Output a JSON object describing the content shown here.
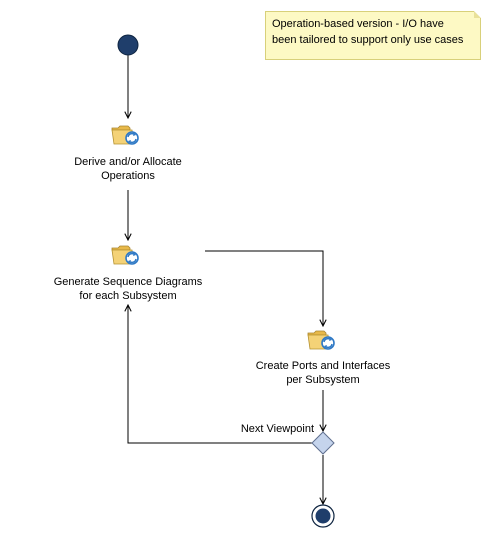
{
  "note": {
    "line1": "Operation-based version - I/O have",
    "line2": "been tailored to support only use cases"
  },
  "actions": [
    {
      "line1": "Derive and/or Allocate",
      "line2": "Operations"
    },
    {
      "line1": "Generate Sequence Diagrams",
      "line2": "for each Subsystem"
    },
    {
      "line1": "Create Ports and Interfaces",
      "line2": "per Subsystem"
    }
  ],
  "decision": {
    "guard_label": "Next Viewpoint"
  },
  "icons": {
    "action": "call-behavior-action-icon"
  },
  "colors": {
    "node_fill": "#1f3e6b",
    "node_stroke": "#0e2440",
    "decision_fill": "#c5d4ec",
    "decision_stroke": "#5f6f8f",
    "note_fill": "#fdf9c4",
    "icon_folder": "#f4d277",
    "icon_arrows": "#2f79c5"
  }
}
